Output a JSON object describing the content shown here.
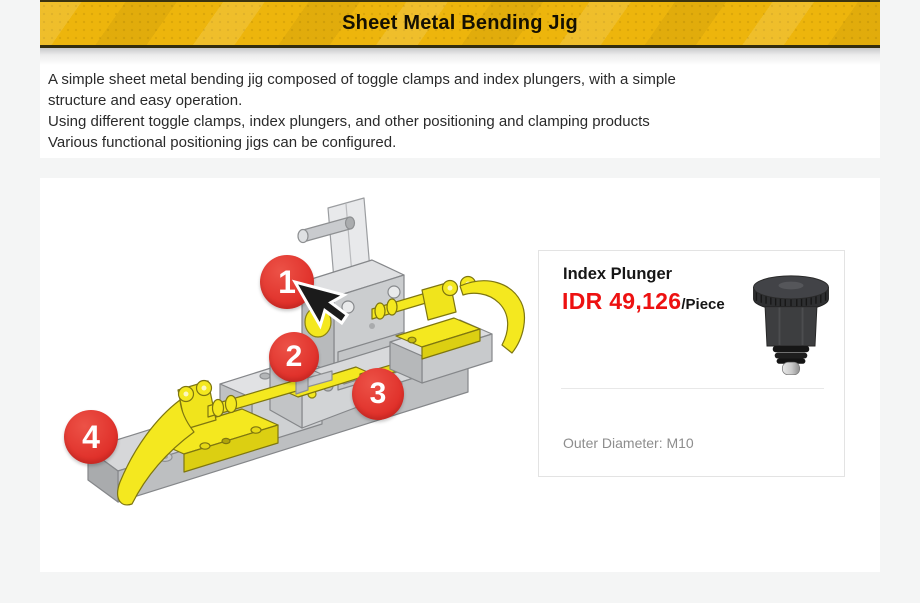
{
  "banner": {
    "title": "Sheet Metal Bending Jig"
  },
  "description": {
    "lines": [
      "A simple sheet metal bending jig composed of toggle clamps and index plungers, with a simple",
      "structure and easy operation.",
      "Using different toggle clamps, index plungers, and other positioning and clamping products",
      "Various functional positioning jigs can be configured."
    ]
  },
  "diagram": {
    "markers": [
      {
        "number": "1"
      },
      {
        "number": "2"
      },
      {
        "number": "3"
      },
      {
        "number": "4"
      }
    ],
    "cursor_icon": "arrow-pointer"
  },
  "product_card": {
    "name": "Index Plunger",
    "price": "IDR 49,126",
    "unit": "/Piece",
    "spec": "Outer Diameter: M10"
  },
  "colors": {
    "banner_yellow": "#edb50c",
    "price_red": "#ed1111",
    "marker_red": "#e03028",
    "clamp_yellow": "#f4e81f",
    "page_bg": "#f4f5f5"
  }
}
